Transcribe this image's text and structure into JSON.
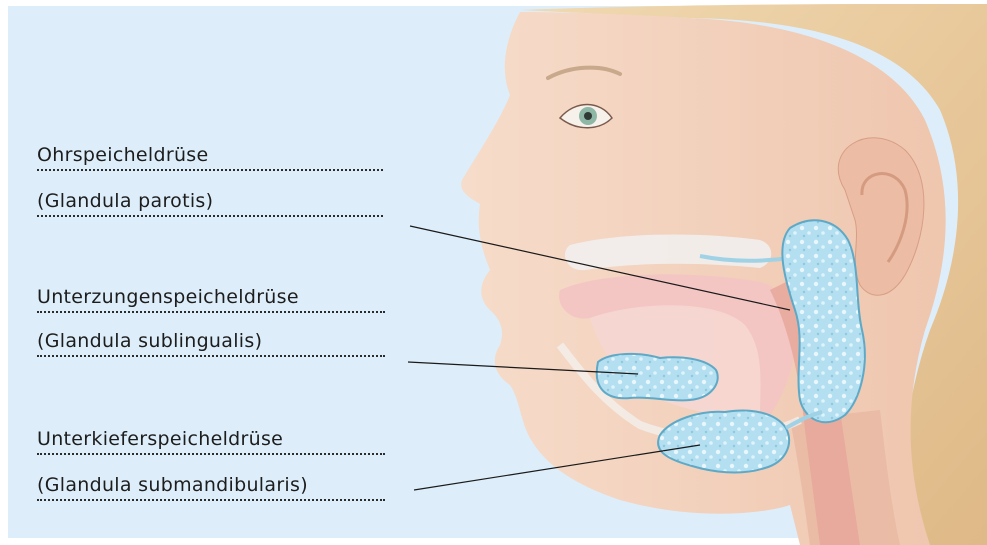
{
  "labels": {
    "parotis": {
      "name": "Ohrspeicheldrüse",
      "latin": "(Glandula parotis)"
    },
    "sublingualis": {
      "name": "Unterzungenspeicheldrüse",
      "latin": "(Glandula sublingualis)"
    },
    "submandibularis": {
      "name": "Unterkieferspeicheldrüse",
      "latin": "(Glandula submandibularis)"
    }
  },
  "colors": {
    "background": "#ddeefa",
    "skin": "#f3d3c0",
    "skin_shadow": "#e9b9a0",
    "gland": "#a9d9ea",
    "gland_outline": "#5fa9c6",
    "hair": "#e9c99a",
    "oral_cavity": "#f2c2c2",
    "throat": "#e7b2a6",
    "leader_line": "#1a1a1a"
  },
  "icons": [
    "human-head-illustration",
    "parotid-gland",
    "sublingual-gland",
    "submandibular-gland"
  ]
}
